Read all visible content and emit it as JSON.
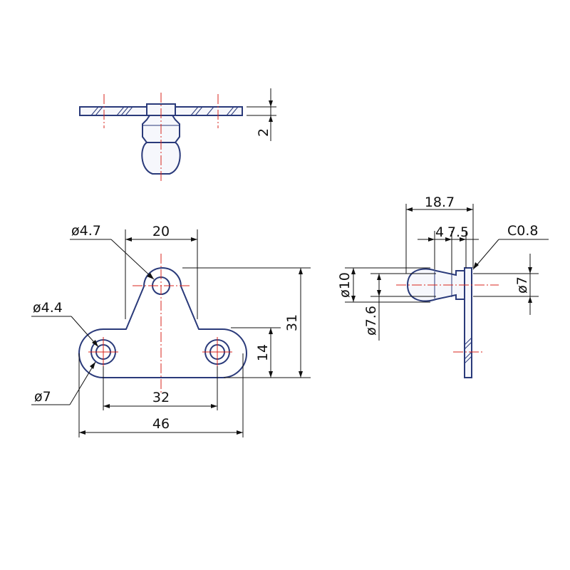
{
  "dimensions": {
    "thickness": "2",
    "hole_top_dia": "ø4.7",
    "top_span": "20",
    "hole_side_dia": "ø4.4",
    "outer_dia": "ø7",
    "hole_spacing": "32",
    "overall_width": "46",
    "overall_height": "31",
    "hole_height": "14",
    "stud_length": "18.7",
    "neck_offset": "4",
    "neck_length": "7.5",
    "chamfer": "C0.8",
    "ball_dia": "ø10",
    "neck_dia": "ø7.6",
    "base_dia": "ø7"
  }
}
